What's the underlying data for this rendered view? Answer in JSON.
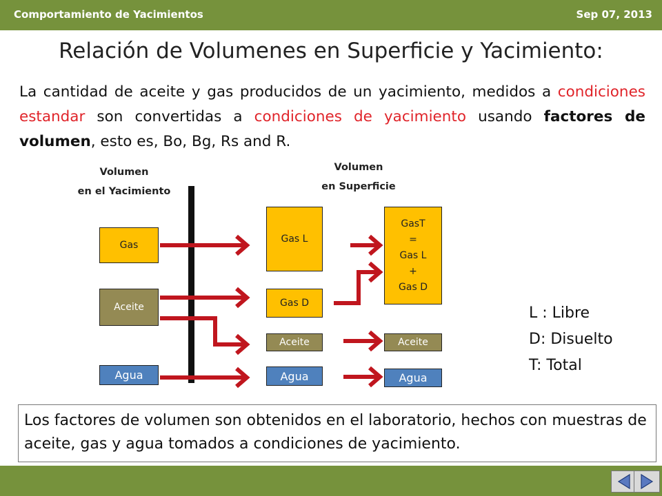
{
  "header": {
    "course": "Comportamiento de Yacimientos",
    "date": "Sep 07, 2013"
  },
  "title": "Relación de Volumenes en Superficie y Yacimiento:",
  "intro": {
    "p1": "La cantidad de aceite y gas producidos de un yacimiento, medidos a ",
    "red1": "condiciones estandar",
    "p2": " son convertidas a ",
    "red2": "condiciones de yacimiento",
    "p3": " usando ",
    "bold": "factores de volumen",
    "p4": ", esto es, Bo, Bg, Rs and R."
  },
  "labels": {
    "reservoir_l1": "Volumen",
    "reservoir_l2": "en el Yacimiento",
    "surface_l1": "Volumen",
    "surface_l2": "en Superficie"
  },
  "reservoir": {
    "gas": "Gas",
    "oil": "Aceite",
    "water": "Agua"
  },
  "surface": {
    "gas_l": "Gas L",
    "gas_d": "Gas D",
    "oil": "Aceite",
    "water": "Agua"
  },
  "total": {
    "gast_lines": [
      "GasT",
      "=",
      "Gas L",
      "+",
      "Gas D"
    ],
    "oil": "Aceite",
    "water": "Agua"
  },
  "legend": {
    "l": "L : Libre",
    "d": "D: Disuelto",
    "t": "T: Total"
  },
  "footnote": "Los factores de volumen son obtenidos en el laboratorio, hechos con muestras  de aceite, gas y agua tomados a condiciones de yacimiento.",
  "colors": {
    "bar": "#76923c",
    "gas": "#ffc000",
    "oil": "#948a54",
    "water": "#4f81bd",
    "arrow": "#c0161e",
    "red_text": "#e0242a"
  },
  "icons": {
    "back": "back-arrow-icon",
    "forward": "forward-arrow-icon"
  }
}
